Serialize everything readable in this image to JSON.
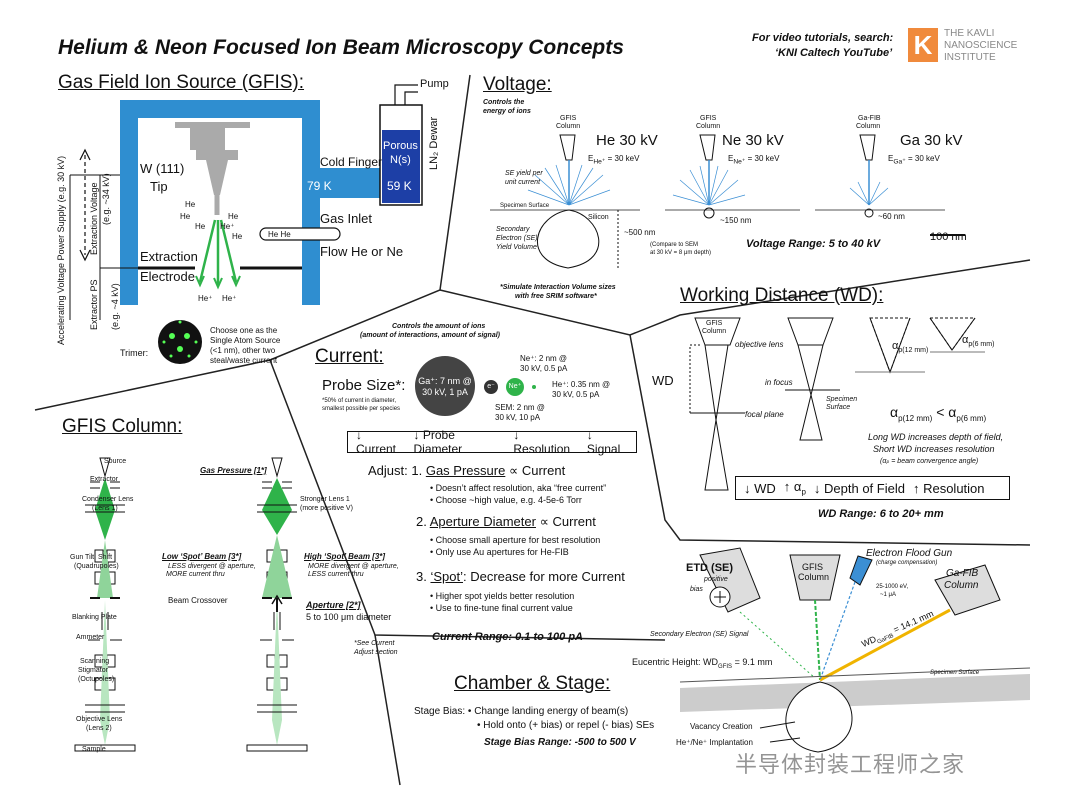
{
  "main_title": "Helium & Neon Focused Ion Beam Microscopy Concepts",
  "tutorial": {
    "line1": "For video tutorials, search:",
    "line2": "‘KNI Caltech YouTube’"
  },
  "logo": {
    "line1": "THE KAVLI",
    "line2": "NANOSCIENCE",
    "line3": "INSTITUTE",
    "letter": "K"
  },
  "colors": {
    "gfis_blue": "#2f8ed0",
    "dewar_blue": "#1d3fa6",
    "green": "#2fb34a",
    "beam_blue": "#3b8fd4",
    "text": "#111111"
  },
  "gfis": {
    "title": "Gas Field Ion Source (GFIS):",
    "pump": "Pump",
    "porous": "Porous",
    "ns": "N(s)",
    "dewar": "LN₂ Dewar",
    "cold_finger": "Cold Finger",
    "temp_79": "79 K",
    "temp_59": "59 K",
    "tip": "W (111)",
    "tip2": "Tip",
    "he": "He",
    "he_ion": "He⁺",
    "gas_inlet": "Gas Inlet",
    "flow": "Flow He or Ne",
    "pipe_label": "He He",
    "extraction": "Extraction",
    "electrode": "Electrode",
    "accel_ps": "Accelerating Voltage Power Supply (e.g. 30 kV)",
    "extraction_voltage": "Extraction Voltage",
    "extraction_eg": "(e.g. ~34 kV)",
    "extractor_ps": "Extractor PS",
    "extractor_eg": "(e.g. ~4 kV)",
    "trimer": "Trimer:",
    "trimer_note": [
      "Choose one as the",
      "Single Atom Source",
      "(<1 nm), other two",
      "steal/waste current"
    ]
  },
  "voltage": {
    "title": "Voltage:",
    "controls": [
      "Controls the",
      "energy of ions"
    ],
    "columns": [
      {
        "col": [
          "GFIS",
          "Column"
        ],
        "name": "He 30 kV",
        "energy": "E",
        "sub": "He⁺",
        "val": "= 30 keV",
        "depth": "~500 nm"
      },
      {
        "col": [
          "GFIS",
          "Column"
        ],
        "name": "Ne 30 kV",
        "energy": "E",
        "sub": "Ne⁺",
        "val": "= 30 keV",
        "depth": "~150 nm"
      },
      {
        "col": [
          "Ga-FIB",
          "Column"
        ],
        "name": "Ga 30 kV",
        "energy": "E",
        "sub": "Ga⁺",
        "val": "= 30 keV",
        "depth": "~60 nm"
      }
    ],
    "se_yield": [
      "SE yield per",
      "unit current"
    ],
    "specimen": "Specimen Surface",
    "silicon": "Silicon",
    "secondary": [
      "Secondary",
      "Electron (SE)",
      "Yield Volume"
    ],
    "compare": [
      "(Compare to SEM",
      "at 30 kV = 8 μm depth)"
    ],
    "range": "Voltage Range: 5 to 40 kV",
    "scale": "100 nm",
    "srim": [
      "*Simulate Interaction Volume sizes",
      "with free SRIM software*"
    ]
  },
  "current": {
    "title": "Current:",
    "controls": [
      "Controls the amount of ions",
      "(amount of interactions, amount of signal)"
    ],
    "probe": "Probe Size*:",
    "probe_note": [
      "*50% of current in diameter,",
      "smallest possible per species"
    ],
    "ga": [
      "Ga⁺: 7 nm @",
      "30 kV, 1 pA"
    ],
    "ne": [
      "Ne⁺: 2 nm @",
      "30 kV, 0.5 pA"
    ],
    "he": [
      "He⁺: 0.35 nm @",
      "30 kV, 0.5 pA"
    ],
    "sem": [
      "SEM: 2 nm @",
      "30 kV, 10 pA"
    ],
    "e_label": "e⁻",
    "ne_label": "Ne⁺",
    "box": [
      "Current",
      "Probe Diameter",
      "Resolution",
      "Signal"
    ],
    "adjust": "Adjust:",
    "items": [
      {
        "num": "1.",
        "name": "Gas Pressure",
        "rel": "∝ Current",
        "bullets": [
          "Doesn’t affect resolution, aka “free current”",
          "Choose ~high value, e.g. 4-5e-6 Torr"
        ]
      },
      {
        "num": "2.",
        "name": "Aperture Diameter",
        "rel": "∝ Current",
        "bullets": [
          "Choose small aperture for best resolution",
          "Only use Au apertures for He-FIB"
        ]
      },
      {
        "num": "3.",
        "name": "‘Spot’",
        "rel": ": Decrease for more Current",
        "bullets": [
          "Higher spot yields better resolution",
          "Use to fine-tune final current value"
        ]
      }
    ],
    "range": "Current Range: 0.1 to 100 pA"
  },
  "wd": {
    "title": "Working Distance (WD):",
    "gfis": [
      "GFIS",
      "Column"
    ],
    "objective": "objective lens",
    "wd": "WD",
    "in_focus": "in focus",
    "specimen": [
      "Specimen",
      "Surface"
    ],
    "focal": "focal plane",
    "alpha12": "α",
    "alpha12_sub": "p(12 mm)",
    "alpha6_sub": "p(6 mm)",
    "compare_lt": "<",
    "long": [
      "Long WD increases depth of field,",
      "Short WD increases resolution"
    ],
    "alpha_note": "(αₚ = beam convergence angle)",
    "box": [
      "WD",
      "α",
      "Depth of Field",
      "Resolution"
    ],
    "box_alpha_sub": "p",
    "range": "WD Range: 6 to 20+ mm"
  },
  "column": {
    "title": "GFIS Column:",
    "labels": [
      "Source",
      "Extractor",
      "Condenser Lens",
      "(Lens 1)",
      "Gun Tilt, Shift",
      "(Quadrupoles)",
      "Blanking Plate",
      "Ammeter",
      "Scanning",
      "Stigmator",
      "(Octupoles)",
      "Objective Lens",
      "(Lens 2)",
      "Sample"
    ],
    "gas_pressure": "Gas Pressure [1*]",
    "stronger": [
      "Stronger Lens 1",
      "(more positive V)"
    ],
    "low_spot": "Low ‘Spot’ Beam [3*]",
    "low_note": [
      "LESS divergent @ aperture,",
      "MORE current thru"
    ],
    "high_spot": "High ‘Spot’ Beam [3*]",
    "high_note": [
      "MORE divergent @ aperture,",
      "LESS current thru"
    ],
    "crossover": "Beam Crossover",
    "aperture": "Aperture [2*]",
    "aperture_note": "5 to 100 μm diameter",
    "see": [
      "*See Current",
      "Adjust section"
    ]
  },
  "chamber": {
    "title": "Chamber & Stage:",
    "bias": "Stage Bias:",
    "bullets": [
      "Change landing energy of beam(s)",
      "Hold onto (+ bias) or repel (- bias) SEs"
    ],
    "range": "Stage Bias Range: -500 to 500 V",
    "etd": "ETD (SE)",
    "positive": [
      "positive",
      "bias"
    ],
    "gfis": [
      "GFIS",
      "Column"
    ],
    "flood": "Electron Flood Gun",
    "charge": "(charge compensation)",
    "gafib": [
      "Ga-FIB",
      "Column"
    ],
    "flood_vals": [
      "25-1000 eV,",
      "~1 μA"
    ],
    "se_signal": "Secondary Electron (SE) Signal",
    "eucentric": "Eucentric Height: WD",
    "eucentric_sub": "GFIS",
    "eucentric_val": "= 9.1 mm",
    "wd_gafib": "WD",
    "wd_gafib_sub": "GaFIB",
    "wd_gafib_val": "= 14.1 mm",
    "specimen": "Specimen Surface",
    "vacancy": "Vacancy Creation",
    "implant": "He⁺/Ne⁺ Implantation"
  },
  "watermark": "半导体封装工程师之家"
}
